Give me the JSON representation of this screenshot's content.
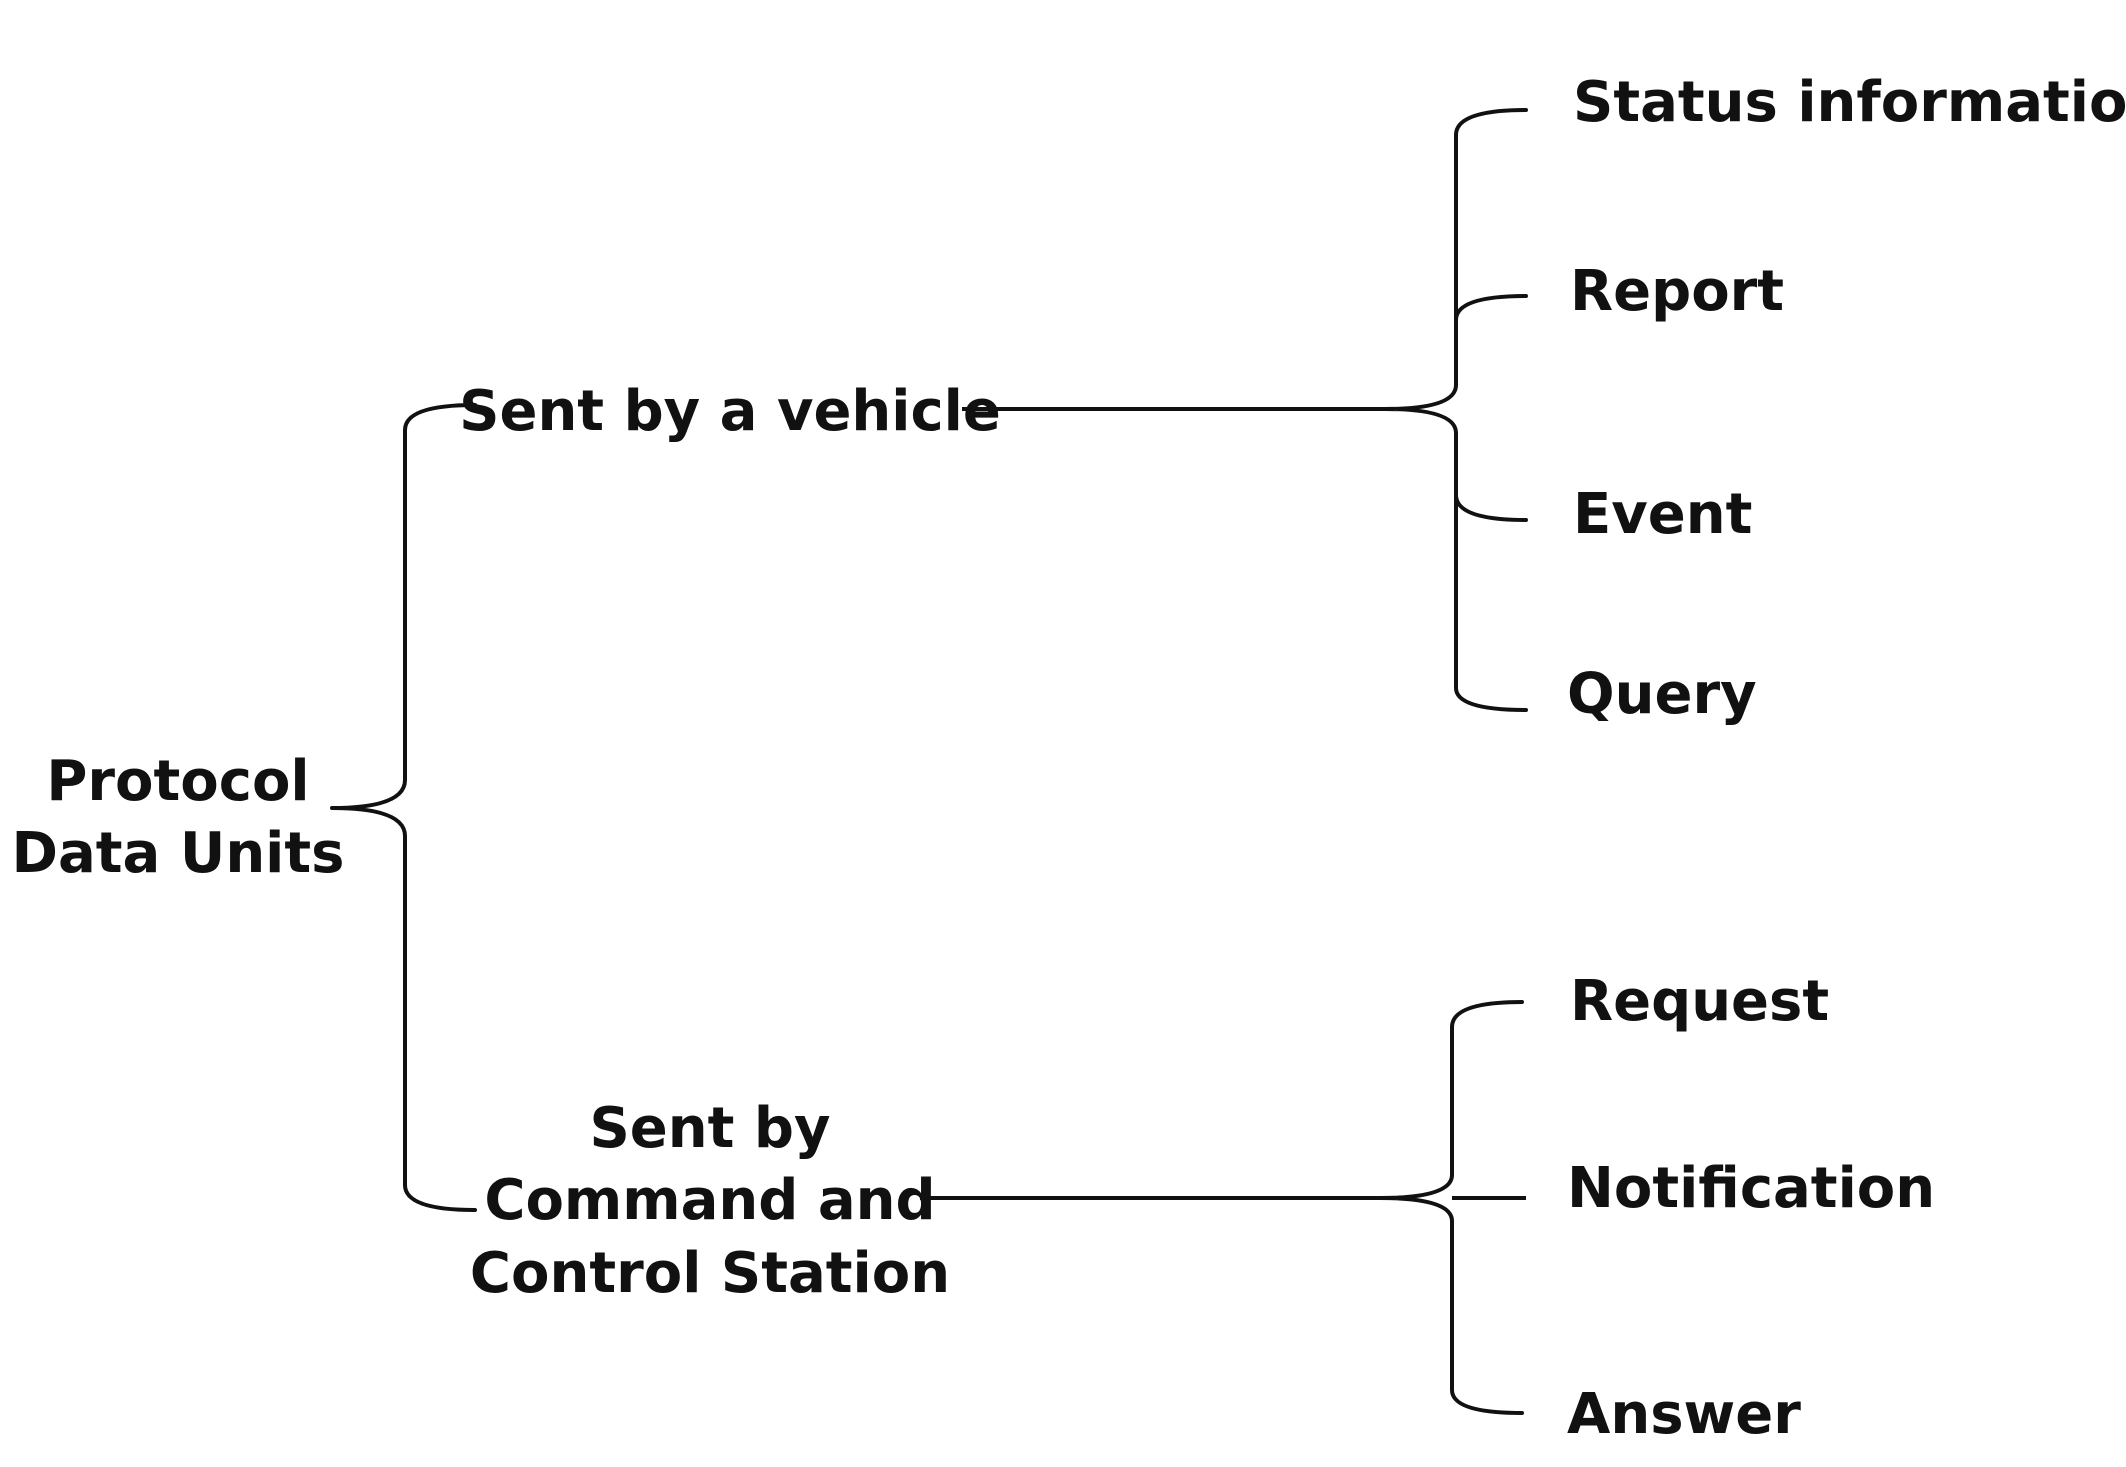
{
  "root": {
    "lines": [
      "Protocol",
      "Data Units"
    ]
  },
  "branches": [
    {
      "lines": [
        "Sent by a vehicle"
      ],
      "children": [
        "Status information",
        "Report",
        "Event",
        "Query"
      ]
    },
    {
      "lines": [
        "Sent by",
        "Command and",
        "Control Station"
      ],
      "children": [
        "Request",
        "Notification",
        "Answer"
      ]
    }
  ],
  "colors": {
    "ink": "#111111",
    "background": "#ffffff"
  }
}
